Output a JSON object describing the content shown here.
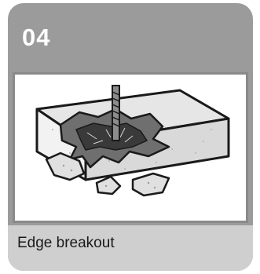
{
  "card": {
    "number": "04",
    "caption": "Edge breakout",
    "image_icon": "concrete-edge-breakout-illustration",
    "colors": {
      "card_background": "#9b9b9b",
      "caption_background": "#cfcfcf",
      "number_text": "#ffffff",
      "caption_text": "#1a1a1a"
    }
  }
}
